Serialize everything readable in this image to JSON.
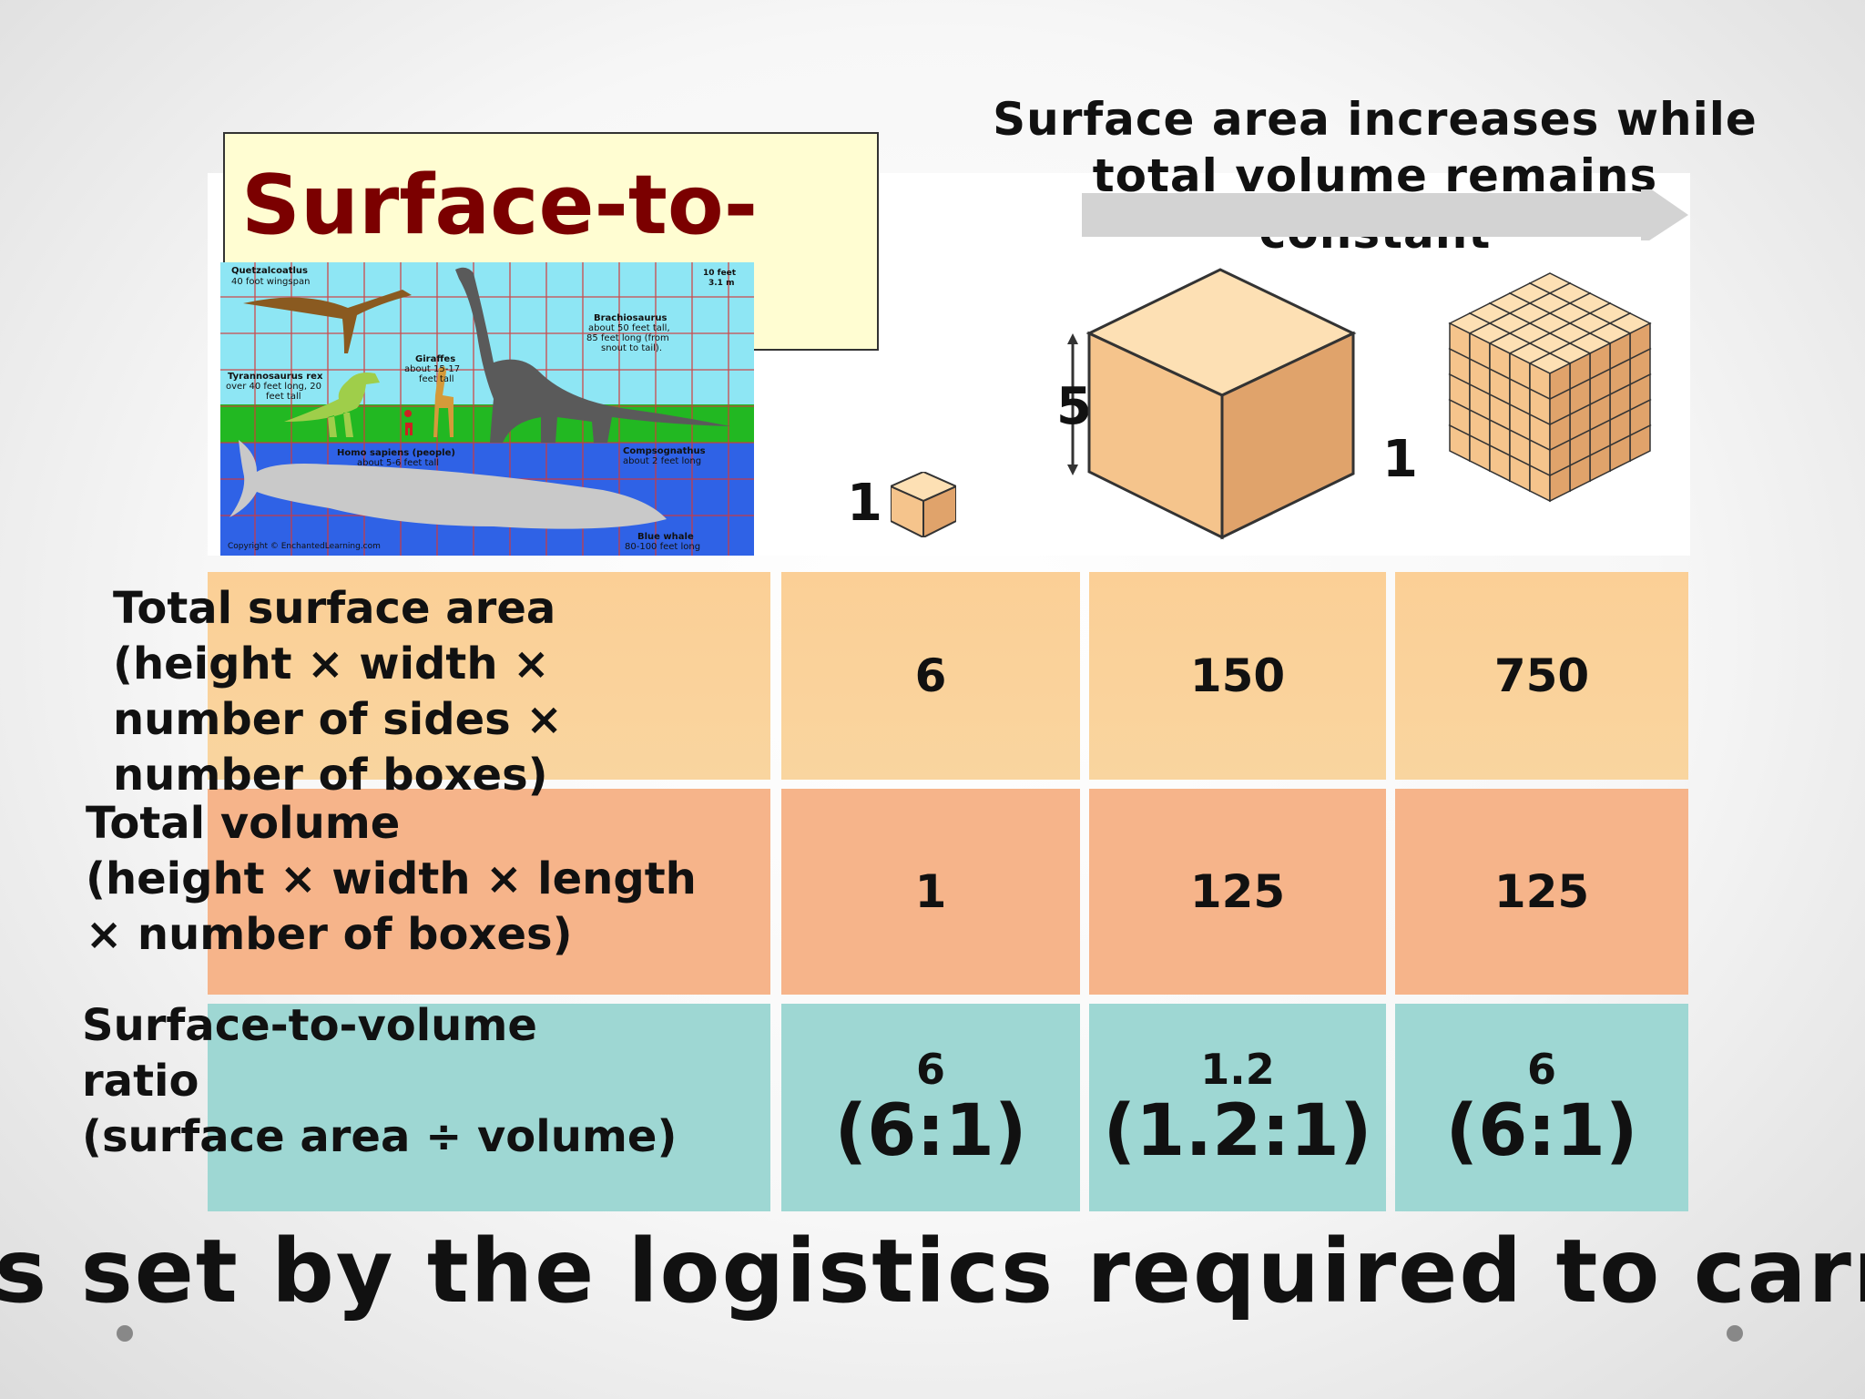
{
  "slide": {
    "title": "Surface-to-",
    "header": "Surface area increases while total volume remains constant",
    "footer": "s set by the logistics required to carry out n",
    "cube_labels": {
      "small": "1",
      "large_side": "5",
      "grid_side": "1"
    },
    "dino_image": {
      "labels": [
        "Quetzalcoatlus",
        "40 foot wingspan",
        "10 feet",
        "3.1 m",
        "Brachiosaurus",
        "about 50 feet tall,",
        "85 feet long (from",
        "snout to tail).",
        "Giraffes",
        "about 15-17",
        "feet tall",
        "Tyrannosaurus rex",
        "over 40 feet long, 20",
        "feet tall",
        "Homo sapiens (people)",
        "about 5-6 feet tall",
        "Compsognathus",
        "about 2 feet long",
        "Copyright © EnchantedLearning.com",
        "Blue whale",
        "80-100 feet long"
      ]
    }
  },
  "table": {
    "rows": [
      {
        "label_lines": [
          "Total surface area",
          "(height × width ×",
          "number of sides ×",
          "number of boxes)"
        ],
        "values": [
          "6",
          "150",
          "750"
        ]
      },
      {
        "label_lines": [
          "Total volume",
          "(height × width × length",
          "× number of boxes)"
        ],
        "values": [
          "1",
          "125",
          "125"
        ]
      },
      {
        "label_lines": [
          "Surface-to-volume",
          "ratio",
          "(surface area ÷ volume)"
        ],
        "values": [
          "6",
          "1.2",
          "6"
        ],
        "ratios": [
          "(6:1)",
          "(1.2:1)",
          "(6:1)"
        ]
      }
    ]
  },
  "colors": {
    "title": "#7b0000",
    "title_bg": "#fffdd2",
    "surface_row": "#fbcf96",
    "volume_row": "#f6b48a",
    "ratio_row": "#9ed7d3",
    "cube_light": "#fde0b4",
    "cube_mid": "#f5c48c",
    "cube_dark": "#e0a36b"
  }
}
